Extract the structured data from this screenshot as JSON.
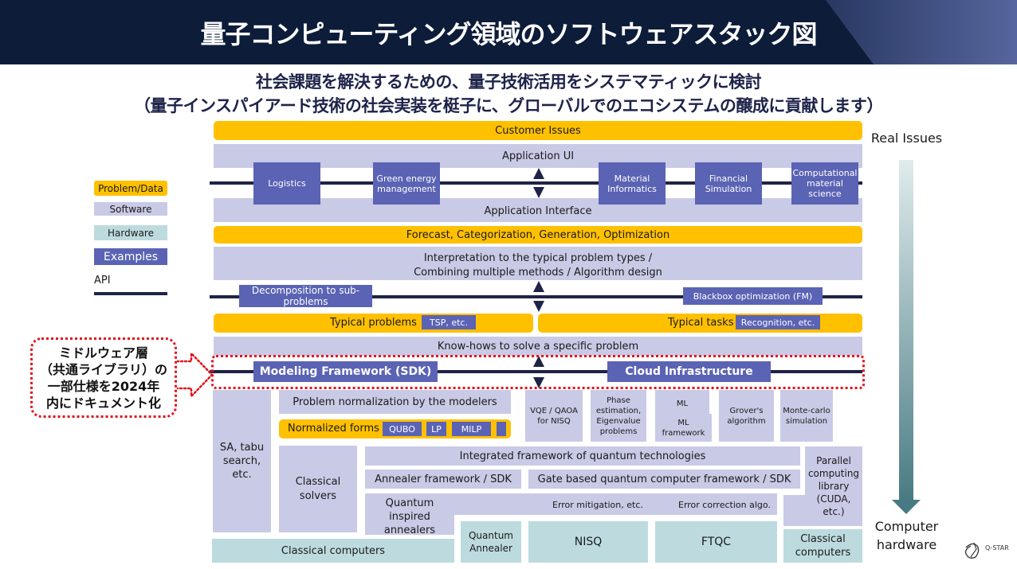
{
  "header": {
    "title": "量子コンピューティング領域のソフトウェアスタック図"
  },
  "subtitle": {
    "line1": "社会課題を解決するための、量子技術活用をシステマティックに検討",
    "line2": "（量子インスパイアード技術の社会実装を梃子に、グローバルでのエコシステムの醸成に貢献します）"
  },
  "legend": {
    "problem_data": "Problem/Data",
    "software": "Software",
    "hardware": "Hardware",
    "examples": "Examples",
    "api": "API"
  },
  "colors": {
    "problem_data": "#ffc000",
    "software": "#c9cae6",
    "hardware": "#bddbdf",
    "examples": "#5b63b4",
    "api": "#1f2346",
    "highlight": "#e3141c"
  },
  "stack": {
    "customer_issues": "Customer Issues",
    "application_ui": "Application UI",
    "application_interface": "Application Interface",
    "app_examples": [
      "Logistics",
      "Green energy management",
      "Material Informatics",
      "Financial Simulation",
      "Computational material science"
    ],
    "forecast": "Forecast, Categorization, Generation, Optimization",
    "interpretation_line1": "Interpretation to the typical problem types /",
    "interpretation_line2": "Combining multiple methods / Algorithm design",
    "decomposition": "Decomposition to sub-problems",
    "blackbox": "Blackbox optimization (FM)",
    "typical_problems": "Typical problems",
    "typical_problems_example": "TSP, etc.",
    "typical_tasks": "Typical tasks",
    "typical_tasks_example": "Recognition, etc.",
    "knowhows": "Know-hows to solve a specific problem",
    "modeling_framework": "Modeling Framework (SDK)",
    "cloud_infrastructure": "Cloud Infrastructure",
    "problem_normalization": "Problem normalization by the modelers",
    "normalized_forms": "Normalized forms",
    "normalized_form_examples": [
      "QUBO",
      "LP",
      "MILP",
      ""
    ],
    "sa_tabu": "SA, tabu search, etc.",
    "classical_solvers": "Classical solvers",
    "algorithms": [
      "VQE / QAOA for NISQ",
      "Phase estimation, Eigenvalue problems",
      "ML",
      "ML framework",
      "Grover's algorithm",
      "Monte-carlo simulation"
    ],
    "integrated_framework": "Integrated framework of quantum technologies",
    "annealer_framework": "Annealer framework / SDK",
    "gate_framework": "Gate based quantum computer framework / SDK",
    "parallel_library": "Parallel computing library (CUDA, etc.)",
    "quantum_inspired": "Quantum inspired annealers",
    "error_mitigation": "Error mitigation, etc.",
    "error_correction": "Error correction algo.",
    "classical_computers_left": "Classical computers",
    "quantum_annealer": "Quantum Annealer",
    "nisq": "NISQ",
    "ftqc": "FTQC",
    "classical_computers_right": "Classical computers"
  },
  "callout": {
    "line1": "ミドルウェア層",
    "line2": "（共通ライブラリ）の",
    "line3": "一部仕様を2024年",
    "line4": "内にドキュメント化"
  },
  "axis": {
    "top": "Real Issues",
    "bottom": "Computer hardware"
  },
  "logo": {
    "text": "Q-STAR"
  }
}
